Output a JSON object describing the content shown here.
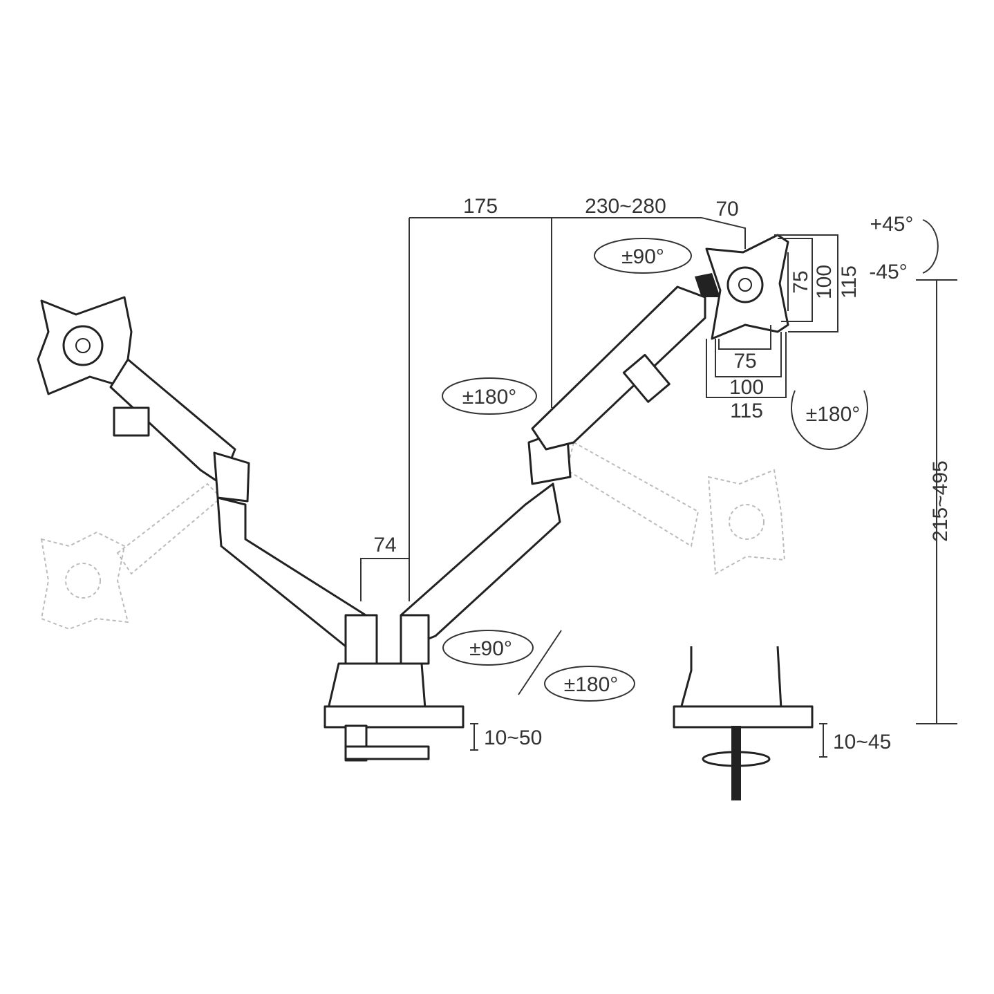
{
  "dimensions": {
    "arm_reach_1": "175",
    "arm_reach_2": "230~280",
    "head_offset": "70",
    "pole_offset": "74",
    "height_range": "215~495",
    "clamp_range": "10~50",
    "grommet_range": "10~45"
  },
  "vesa": {
    "vertical": [
      "75",
      "100",
      "115"
    ],
    "horizontal": [
      "75",
      "100",
      "115"
    ]
  },
  "rotations": {
    "swivel_head": "±90°",
    "tilt_up": "+45°",
    "tilt_down": "-45°",
    "rotate_screen": "±180°",
    "swivel_arm": "±180°",
    "base_swivel_90": "±90°",
    "base_swivel_180": "±180°"
  }
}
